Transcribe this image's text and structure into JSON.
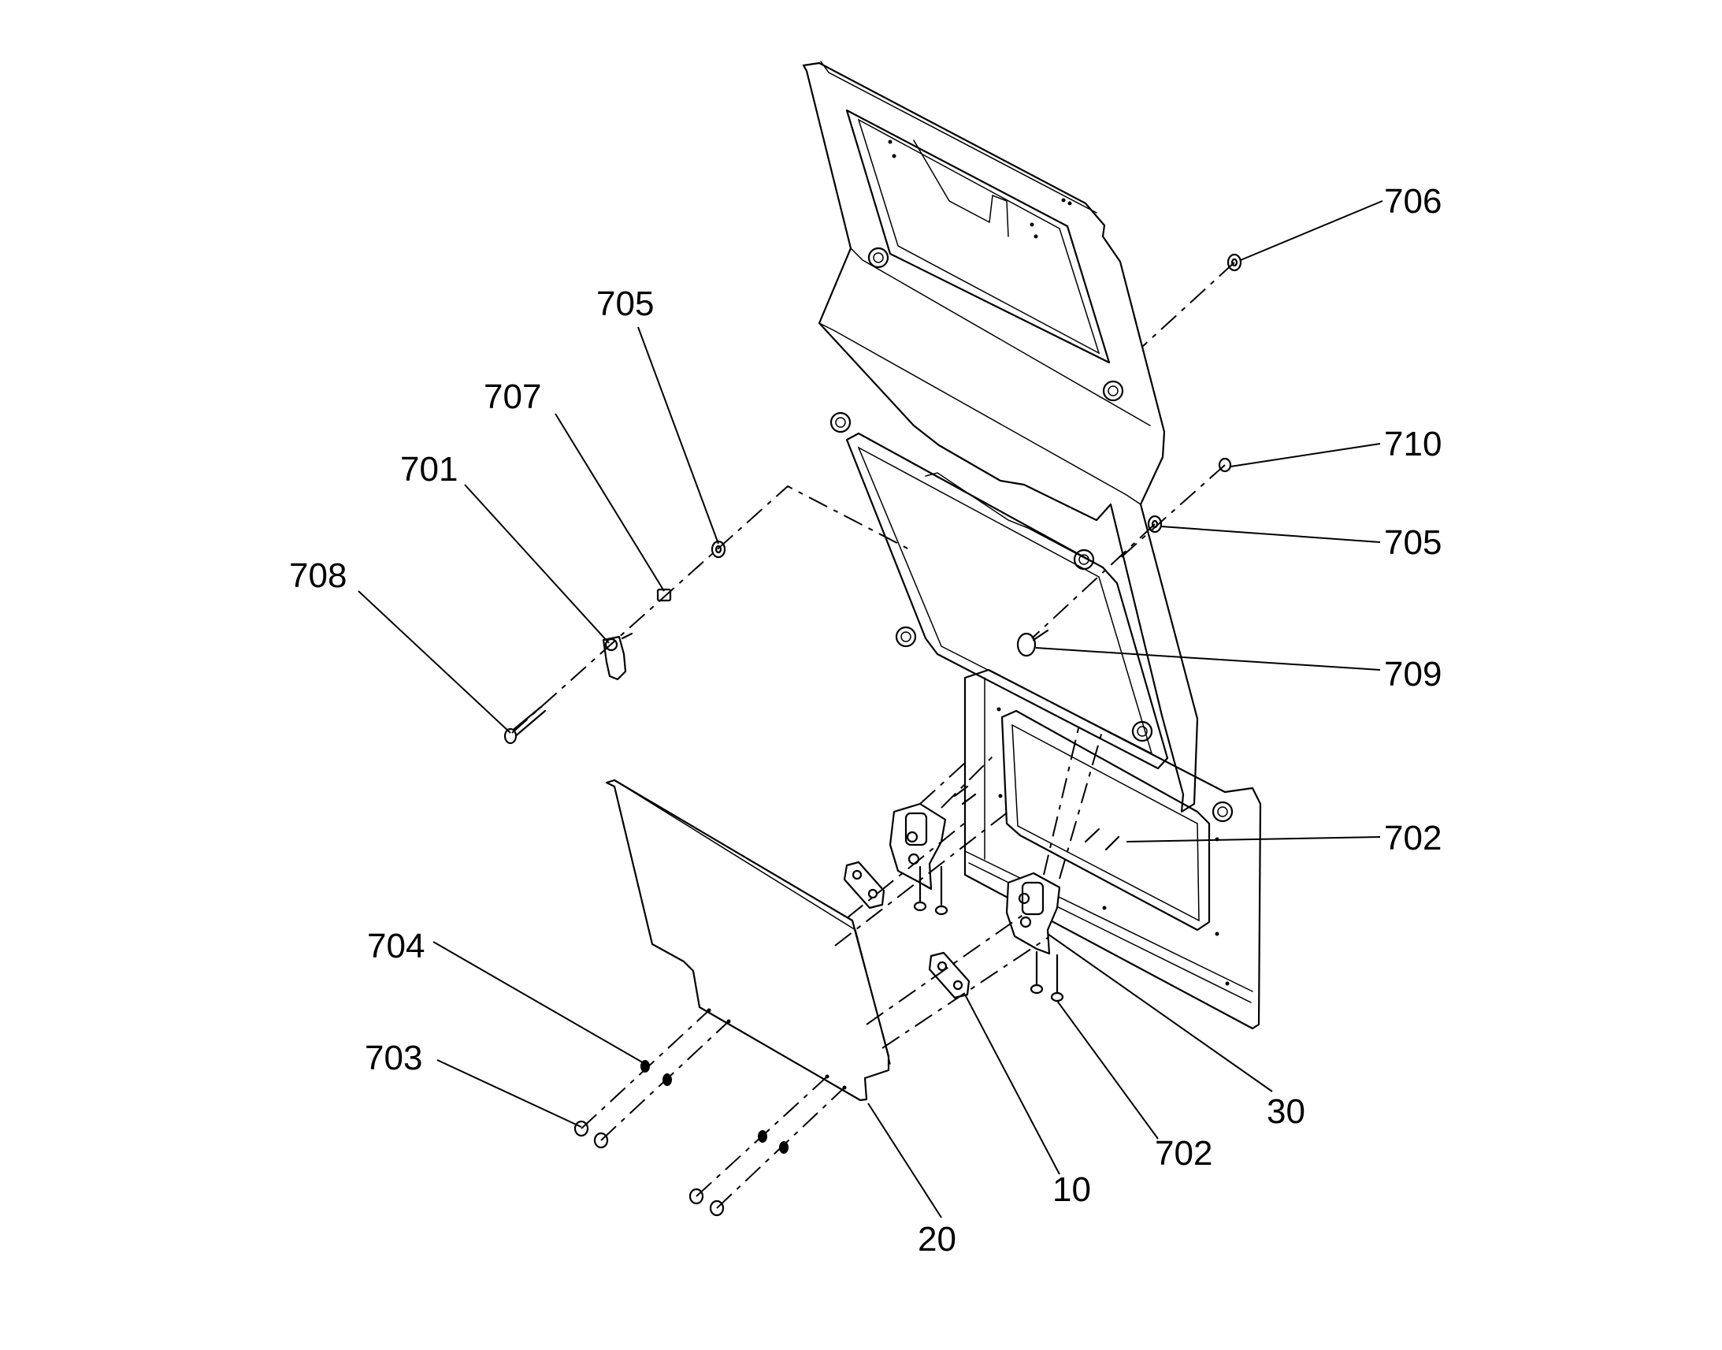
{
  "callouts": {
    "c706": "706",
    "c705_left": "705",
    "c707": "707",
    "c701": "701",
    "c708": "708",
    "c710": "710",
    "c705_right": "705",
    "c709": "709",
    "c702_right": "702",
    "c704": "704",
    "c703": "703",
    "c702_bottom": "702",
    "c30": "30",
    "c10": "10",
    "c20": "20"
  }
}
